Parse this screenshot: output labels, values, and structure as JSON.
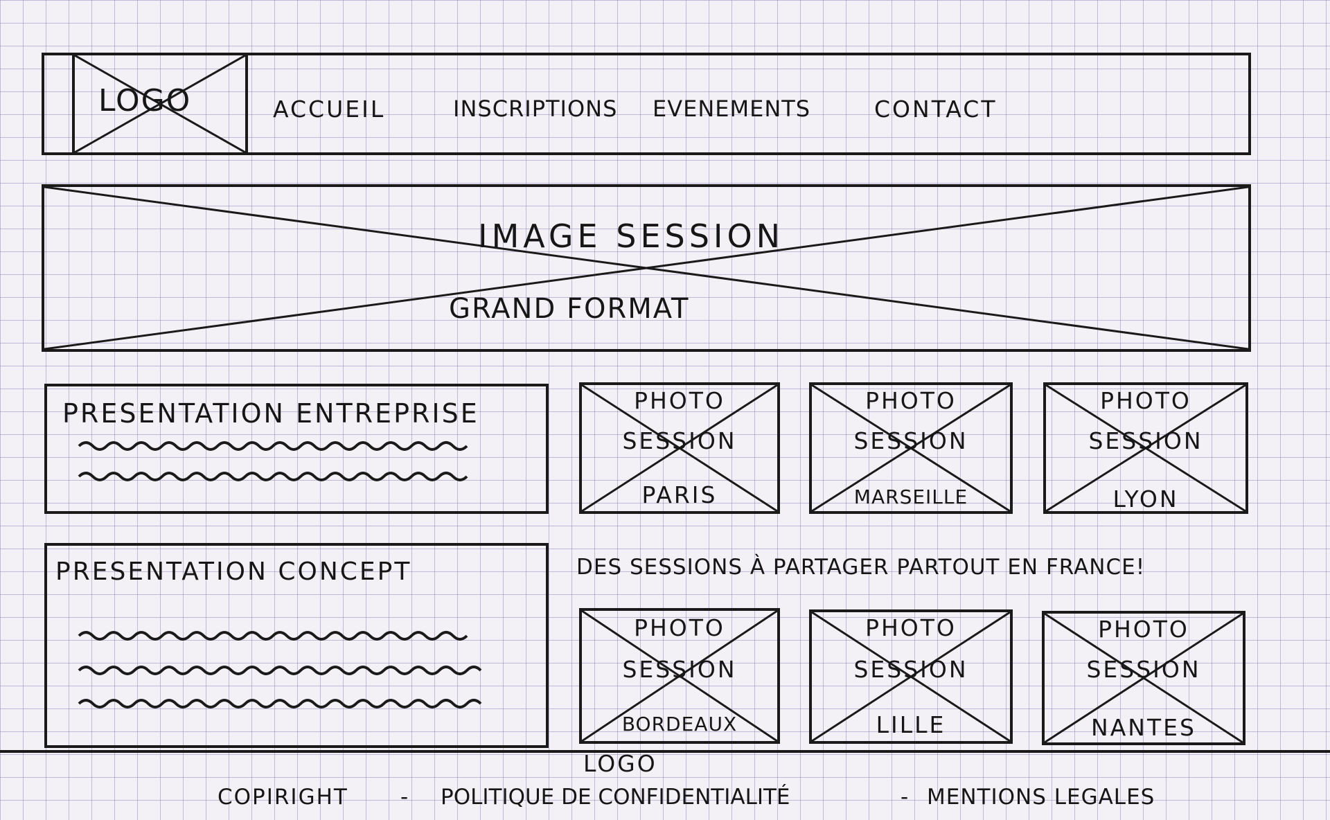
{
  "header": {
    "logo_label": "LOGO",
    "nav": [
      {
        "label": "ACCUEIL"
      },
      {
        "label": "INSCRIPTIONS"
      },
      {
        "label": "EVENEMENTS"
      },
      {
        "label": "CONTACT"
      }
    ]
  },
  "hero": {
    "line1": "IMAGE SESSION",
    "line2": "GRAND FORMAT"
  },
  "sections": {
    "entreprise_title": "PRESENTATION ENTREPRISE",
    "concept_title": "PRESENTATION CONCEPT",
    "sessions_tagline": "DES SESSIONS À PARTAGER PARTOUT EN FRANCE!"
  },
  "sessions": [
    {
      "line1": "PHOTO",
      "line2": "SESSION",
      "city": "PARIS"
    },
    {
      "line1": "PHOTO",
      "line2": "SESSION",
      "city": "MARSEILLE"
    },
    {
      "line1": "PHOTO",
      "line2": "SESSION",
      "city": "LYON"
    },
    {
      "line1": "PHOTO",
      "line2": "SESSION",
      "city": "BORDEAUX"
    },
    {
      "line1": "PHOTO",
      "line2": "SESSION",
      "city": "LILLE"
    },
    {
      "line1": "PHOTO",
      "line2": "SESSION",
      "city": "NANTES"
    }
  ],
  "footer": {
    "logo_label": "LOGO",
    "links": {
      "copyright": "COPIRIGHT",
      "privacy": "POLITIQUE DE CONFIDENTIALITÉ",
      "legal": "MENTIONS LEGALES"
    },
    "separator": "-"
  }
}
